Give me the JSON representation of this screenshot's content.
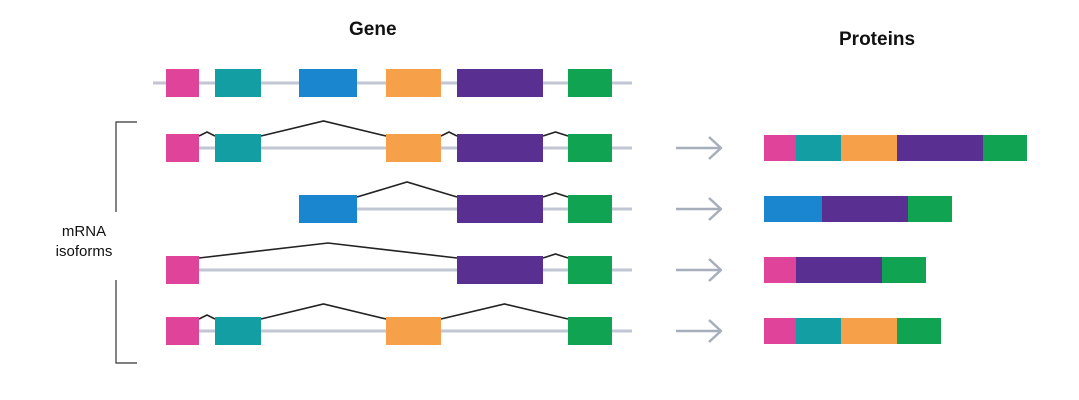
{
  "titles": {
    "gene": "Gene",
    "proteins": "Proteins"
  },
  "side_label": {
    "line1": "mRNA",
    "line2": "isoforms"
  },
  "colors": {
    "exon1": "#e0449a",
    "exon2": "#139ea3",
    "exon3": "#1a86cf",
    "exon4": "#f6a04a",
    "exon5": "#5a2f92",
    "exon6": "#10a352",
    "intron_line": "#c2c6d3",
    "splice_line": "#222222",
    "arrow": "#a7aebb",
    "bracket": "#333333"
  },
  "gene": {
    "exons": [
      "exon1",
      "exon2",
      "exon3",
      "exon4",
      "exon5",
      "exon6"
    ]
  },
  "isoforms": [
    {
      "exons": [
        "exon1",
        "exon2",
        "exon4",
        "exon5",
        "exon6"
      ],
      "protein": [
        "exon1",
        "exon2",
        "exon4",
        "exon5",
        "exon6"
      ]
    },
    {
      "exons": [
        "exon3",
        "exon5",
        "exon6"
      ],
      "protein": [
        "exon3",
        "exon5",
        "exon6"
      ]
    },
    {
      "exons": [
        "exon1",
        "exon5",
        "exon6"
      ],
      "protein": [
        "exon1",
        "exon5",
        "exon6"
      ]
    },
    {
      "exons": [
        "exon1",
        "exon2",
        "exon4",
        "exon6"
      ],
      "protein": [
        "exon1",
        "exon2",
        "exon4",
        "exon6"
      ]
    }
  ]
}
